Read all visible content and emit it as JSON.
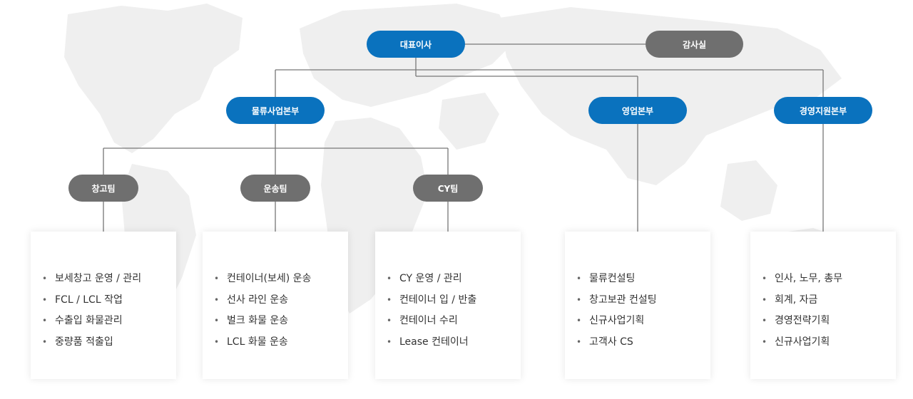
{
  "ceo": "대표이사",
  "audit": "감사실",
  "divisions": {
    "logistics": "물류사업본부",
    "sales": "영업본부",
    "management": "경영지원본부"
  },
  "teams": {
    "warehouse": "창고팀",
    "transport": "운송팀",
    "cy": "CY팀"
  },
  "cards": [
    {
      "items": [
        "보세창고 운영 / 관리",
        "FCL / LCL 작업",
        "수출입 화물관리",
        "중량품 적출입"
      ]
    },
    {
      "items": [
        "컨테이너(보세) 운송",
        "선사 라인 운송",
        "벌크 화물 운송",
        "LCL 화물 운송"
      ]
    },
    {
      "items": [
        "CY 운영 / 관리",
        "컨테이너 입 / 반출",
        "컨테이너 수리",
        "Lease 컨테이너"
      ]
    },
    {
      "items": [
        "물류컨설팅",
        "창고보관 컨설팅",
        "신규사업기획",
        "고객사 CS"
      ]
    },
    {
      "items": [
        "인사, 노무, 총무",
        "회계, 자금",
        "경영전략기획",
        "신규사업기획"
      ]
    }
  ],
  "colors": {
    "primary_blue": "#0a72be",
    "secondary_gray": "#6f6f6f",
    "connector": "#777777",
    "map": "#eeeeee"
  },
  "icons": {
    "background": "world-map-icon",
    "bullet": "bullet-dot-icon"
  }
}
